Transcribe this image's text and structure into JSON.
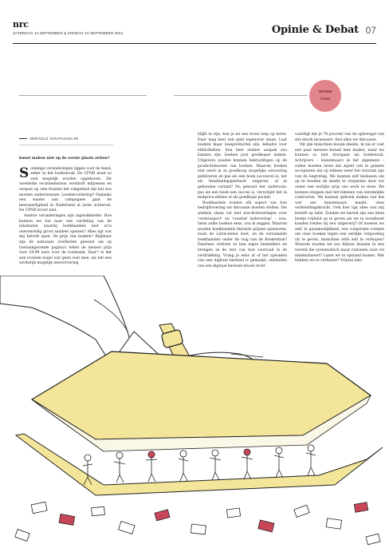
{
  "masthead": {
    "logo": "nrc",
    "dateline": "ZATERDAG 14 SEPTEMBER  &  ZONDAG 15 SEPTEMBER 2024",
    "section": "Opinie & Debat",
    "page_number": "07"
  },
  "badge": {
    "label": "OPINIE",
    "sublabel": "Cultuur"
  },
  "article": {
    "continued": "VERVOLG VAN PAGINA 05",
    "col1": {
      "question": "kunst maken niet op de eerste plaats zetten?",
      "p1": "Sommige veranderingen liggen voor de hand, zeker in het boekenvak. De CPNB moet zo snel mogelijk worden opgeheven. Dit veredelde reclamebureau verslindt miljoenen en verpest op vele fronten het vakgebied dat het zou moeten ondersteunen. Leesbevordering? Ondanks een waaier aan campagnes gaat de leesvaardigheid in Nederland al jaren achteruit. De CPNB levert niet.",
      "p2": "Andere veranderingen zijn ingewikkelder. Hoe kunnen we toe naar een verdeling van de inkomsten waarbij boekhandels niet zo'n onevenredig groot aandeel opeisen? Alles ligt wat mij betreft open. De prijs van boeken? Blijkbaar zijn de nationale overheden gewend om op toonaangevende pagina's tellen de nieuwe prijs voor 29,99 euro voor de toonbank. Daar? Is het een lovende nogal wat geen zoet mee, als het een werkelijk mogelijk leesververing"
    },
    "col2": {
      "p1": "blijkt te zijn, kun je en een leven lang op teren. Daar mag best wat geld tegenover staan. Laat boeken maar luxeproducten zijn, behalve voor bibliotheken. Een heel andere aanpak zou kunnen zijn: boeken juist goedkoper maken. Uitgevers zouden kunnen bekrachtigen op de productiekosten van boeken. Waarom boeken niet eerst in zo goedkoop mogelijke uitvoering publiceren en pas als een boek succesvol is, het als 'kwaliteitspaperback' uitgeven, of in gebonden variant? Nu gebeurt het andersom: pas als een boek een succes is, verschijnt het in midprice-edities of als goedkope pocket.",
      "p2": "Boekhandels zouden elk aspect van hun bedrijfsvoering ter discussie moeten stellen. Die winkels staan vol met non-fictieverlegen over 'onderaspect' en 'creatief leiderschap' – nou, laten zulke boeken eens, zou ik zeggen. Waarom zouden boekhandels literaire prijzen sponsoren, zoals de Libris-keten doet, en de verzamelde boekhandels onder de vlag van de Boekenbon? Daarmee creëren ze hun eigen bestsellers en brengen ze de rest van hun voorraad in de verdrukking. Vraag je eens af of het uploaden van een digitaal bestand is gemaakt, ontsluiten van een digitaal bestand ebook recht"
    },
    "col3": {
      "p1": "vaardigt dat je 70 procent van de opbrengst van dat ebook incasseert. Stel alles ter discussie.",
      "p2": "Dit zijn misschien boude ideeën, ik zal er vast een paar mensen kwaad mee maken, maar we kunnen zo niet doorgaan als boekenvak. Schrijvers – kunstenaars in het algemeen – zullen moeten leren dat zijzelf ook te gelaten accepteren dat zij telkens weer het slutstuk zijn van de begroting. We kunnen zelf beslissen om op te houden de markt te verpesten door ver onder een eerlijke prijs ons werk te doen. We kunnen stoppen met het tekenen van onredelijke contracten. We kunnen gebruik maken van dat wat ons kunstenaars maakt: onze verbeeldingskracht. Ook hier ligt alles wat mij betreft op tafel. Zouden we bereid zijn een klein beetje vrijheid op te geven als we in loondienst konden treden bij een uitgeverij? Of moeten we zelf, in gezamenlijkheid, een coöperatie vormen om onze boeken tegen een eerlijke vergoeding uit te geven, misschien zelfs zelf te verkopen? Waarom zouden we zoo blijven draaien in een wereld die systematisch maar rationele onze rol minimaliseert? Laten we in opstand komen. Wat hebben we te verliezen? Vrijwel niks."
    }
  },
  "illustration": {
    "fill_color": "#f3e69a",
    "accent_color": "#c9465a",
    "ink_color": "#222222"
  }
}
